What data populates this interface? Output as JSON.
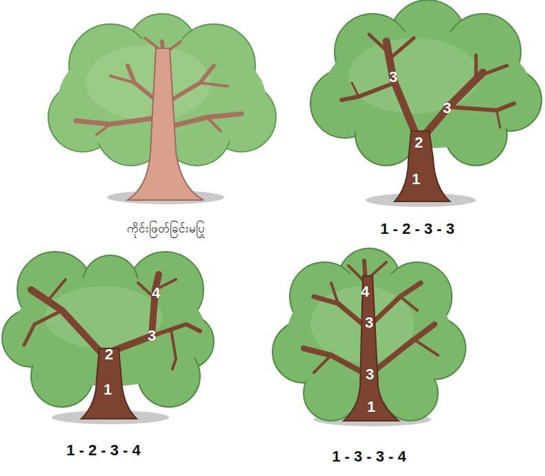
{
  "diagram": {
    "labels": [
      "ကိုင်းဖြတ်ခြင်းမပြု",
      "3",
      "3",
      "2",
      "1",
      "1 - 2 - 3 - 3",
      "4",
      "3",
      "2",
      "1",
      "1 - 2 - 3 - 4",
      "4",
      "3",
      "3",
      "1",
      "1 - 3 - 3 - 4"
    ]
  }
}
